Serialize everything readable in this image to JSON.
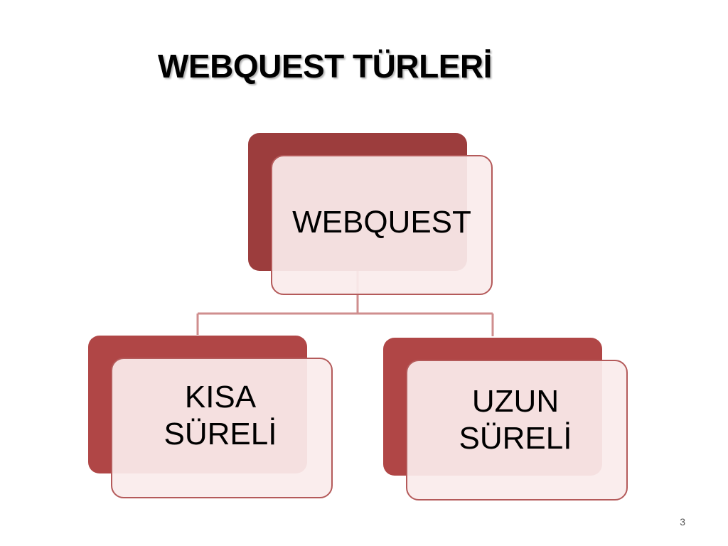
{
  "slide": {
    "title": "WEBQUEST TÜRLERİ",
    "page_number": "3"
  },
  "diagram": {
    "type": "hierarchy",
    "root": {
      "label": "WEBQUEST"
    },
    "children": [
      {
        "line1": "KISA",
        "line2": "SÜRELİ"
      },
      {
        "line1": "UZUN",
        "line2": "SÜRELİ"
      }
    ]
  },
  "colors": {
    "back_card_fill": "#a63c3c",
    "front_card_fill": "rgba(250,236,236,0.93)",
    "front_card_border": "#b45a5a",
    "connector": "#cf8e8e"
  }
}
